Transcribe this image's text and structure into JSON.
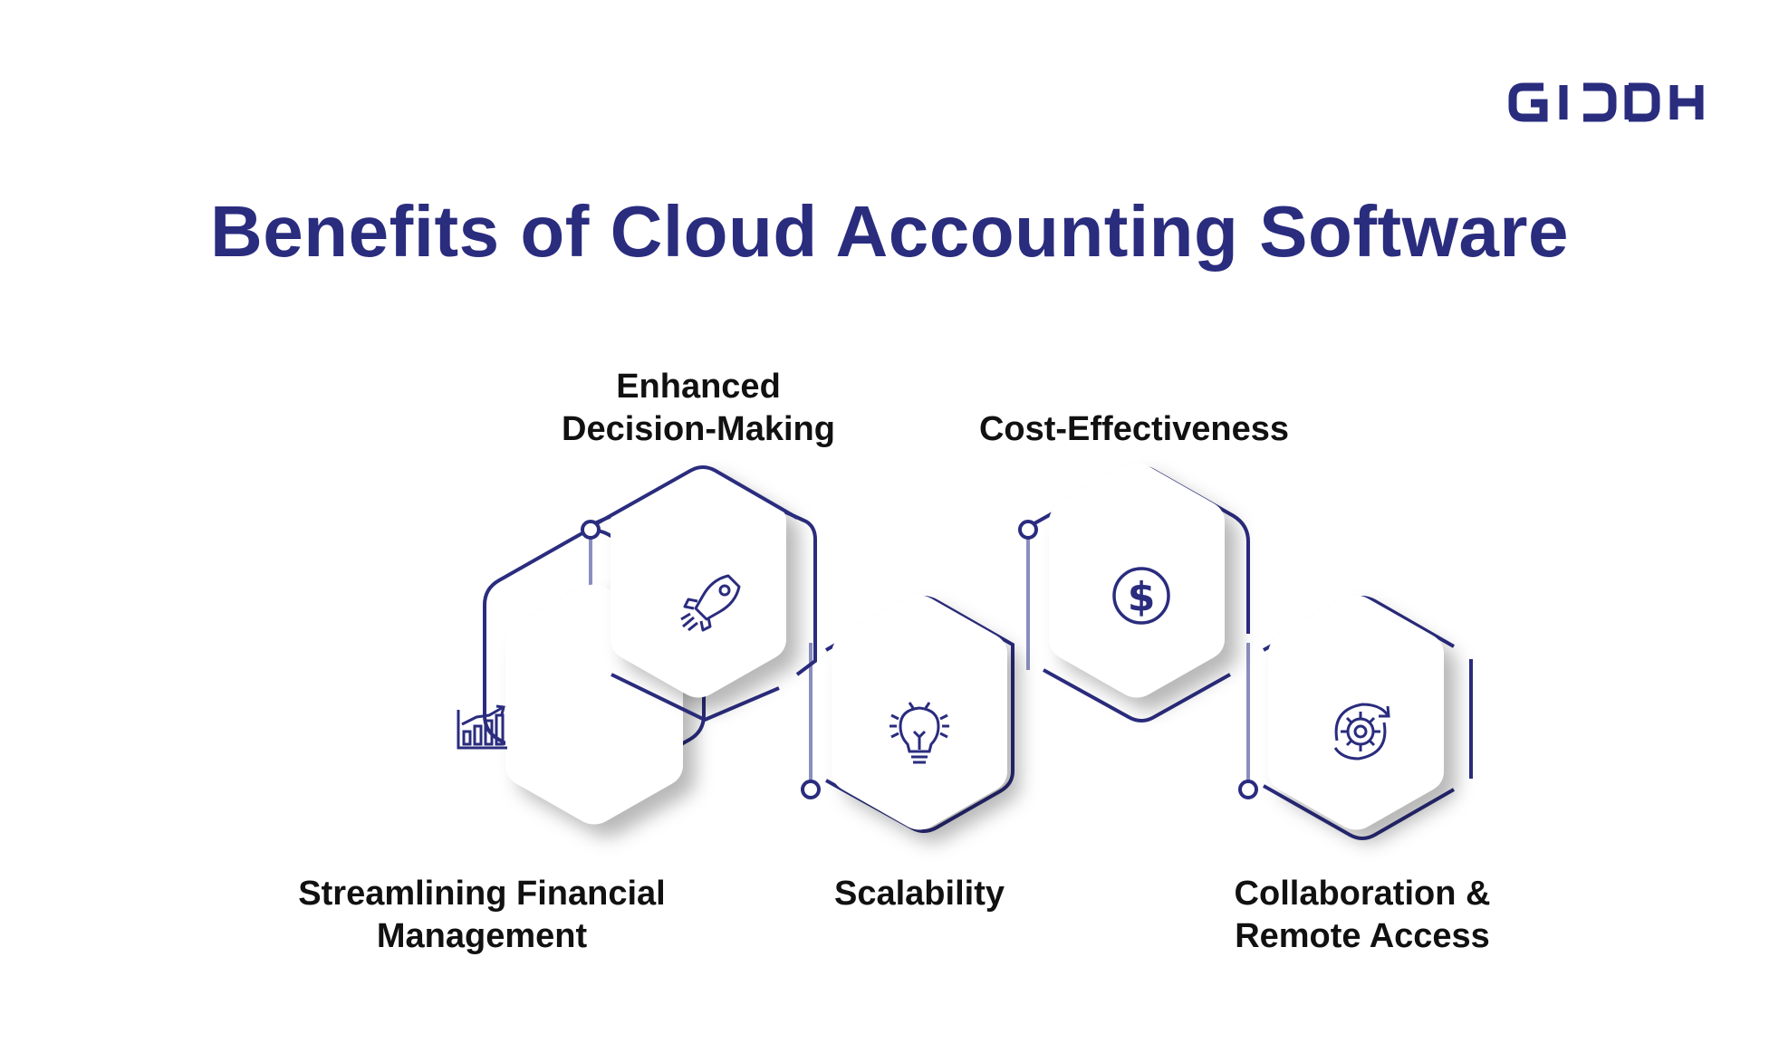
{
  "brand": {
    "name": "GIDDH",
    "color": "#2a2c7e"
  },
  "title": "Benefits of Cloud Accounting Software",
  "colors": {
    "accent": "#2a2c7e",
    "connector": "#8a8fc0",
    "text": "#111111"
  },
  "benefits": [
    {
      "label_line1": "Streamlining Financial",
      "label_line2": "Management",
      "icon": "bar-chart-growth-icon"
    },
    {
      "label_line1": "Enhanced",
      "label_line2": "Decision-Making",
      "icon": "rocket-icon"
    },
    {
      "label_line1": "Scalability",
      "label_line2": "",
      "icon": "lightbulb-icon"
    },
    {
      "label_line1": "Cost-Effectiveness",
      "label_line2": "",
      "icon": "dollar-coin-icon"
    },
    {
      "label_line1": "Collaboration &",
      "label_line2": "Remote Access",
      "icon": "gear-sync-icon"
    }
  ]
}
